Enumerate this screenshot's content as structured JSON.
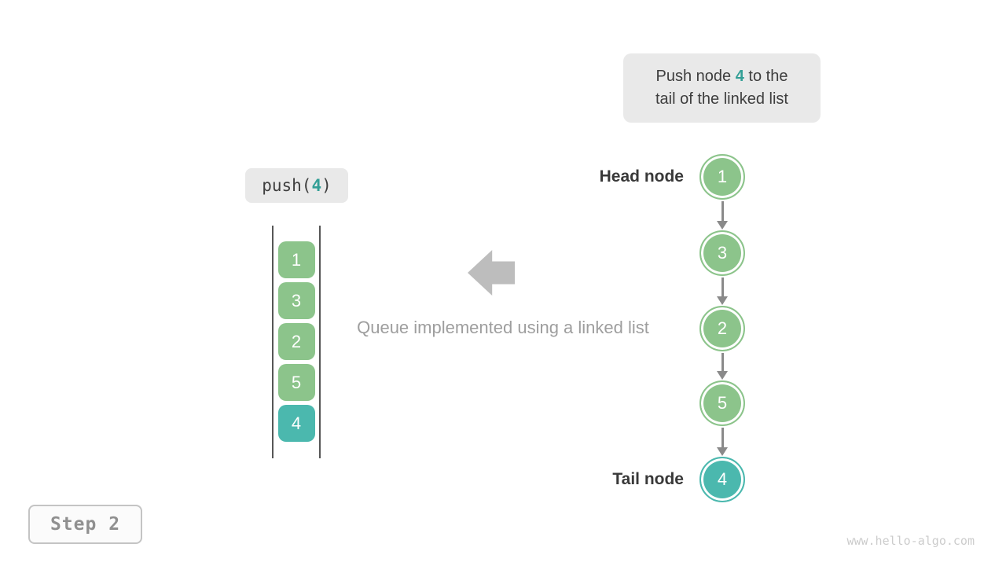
{
  "hint": {
    "line1_prefix": "Push node ",
    "value": "4",
    "line1_suffix": " to the",
    "line2": "tail of the linked list"
  },
  "push_call": {
    "prefix": "push(",
    "value": "4",
    "suffix": ")"
  },
  "stack": {
    "items": [
      {
        "value": "1"
      },
      {
        "value": "3"
      },
      {
        "value": "2"
      },
      {
        "value": "5"
      },
      {
        "value": "4"
      }
    ]
  },
  "caption": "Queue implemented using a linked list",
  "linked_list": {
    "head_label": "Head node",
    "tail_label": "Tail node",
    "nodes": [
      {
        "value": "1"
      },
      {
        "value": "3"
      },
      {
        "value": "2"
      },
      {
        "value": "5"
      },
      {
        "value": "4"
      }
    ]
  },
  "step": {
    "label": "Step 2"
  },
  "watermark": "www.hello-algo.com",
  "colors": {
    "node_green": "#8cc48b",
    "node_teal": "#4bb8ae",
    "accent_text": "#339f96",
    "bubble_gray": "#e9e9e9",
    "arrow_gray": "#bdbdbd",
    "connector_gray": "#8a8a8a"
  }
}
